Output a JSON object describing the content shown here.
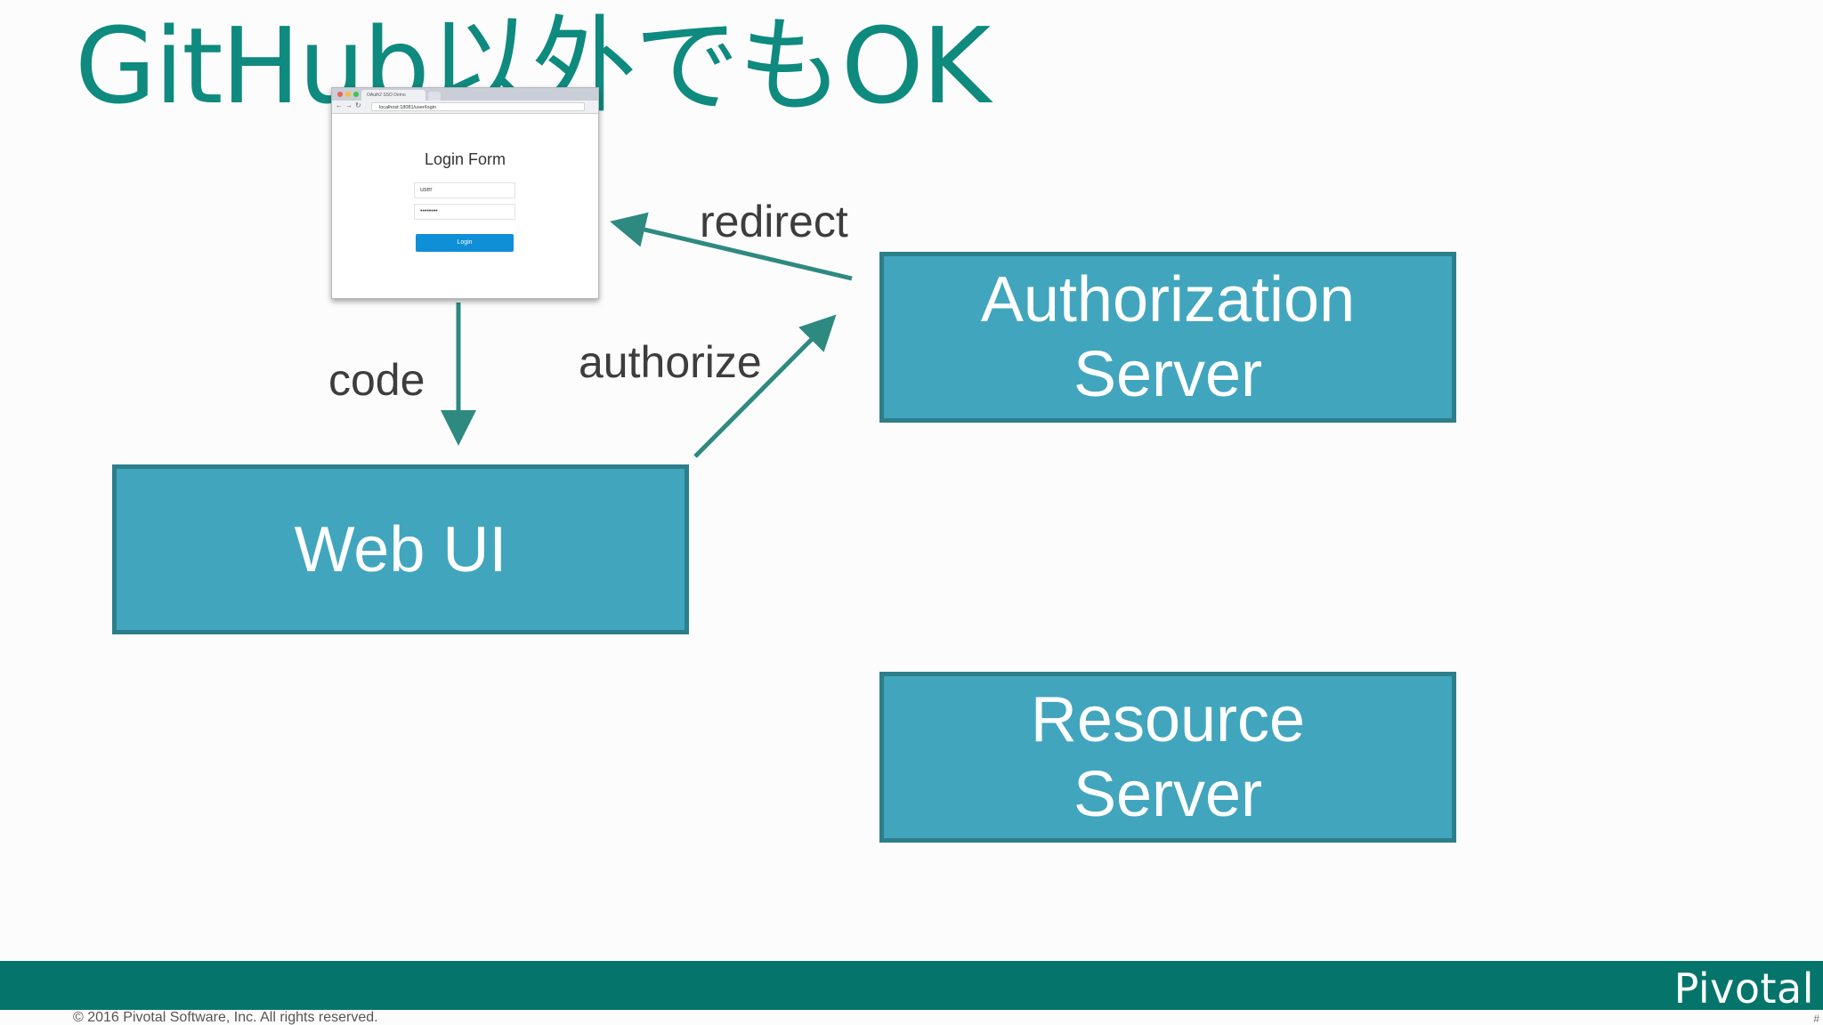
{
  "slide": {
    "title": "GitHub以外でもOK",
    "copyright": "© 2016 Pivotal Software, Inc.  All rights reserved.",
    "brand": "Pivotal",
    "corner_mark": "#"
  },
  "nodes": {
    "web_ui": "Web UI",
    "authorization_server": [
      "Authorization",
      "Server"
    ],
    "resource_server": [
      "Resource",
      "Server"
    ]
  },
  "edges": {
    "redirect": "redirect",
    "code": "code",
    "authorize": "authorize"
  },
  "browser_screenshot": {
    "tab_title": "OAuth2 SSO Demo",
    "url": "localhost:18081/user/login",
    "form_title": "Login Form",
    "username_value": "user",
    "password_value": "••••••••",
    "login_button": "Login"
  },
  "colors": {
    "title": "#0e8a7e",
    "box_fill": "#41a6bd",
    "box_border": "#2c7f8a",
    "arrow": "#2e8a80",
    "footer": "#05756b"
  }
}
